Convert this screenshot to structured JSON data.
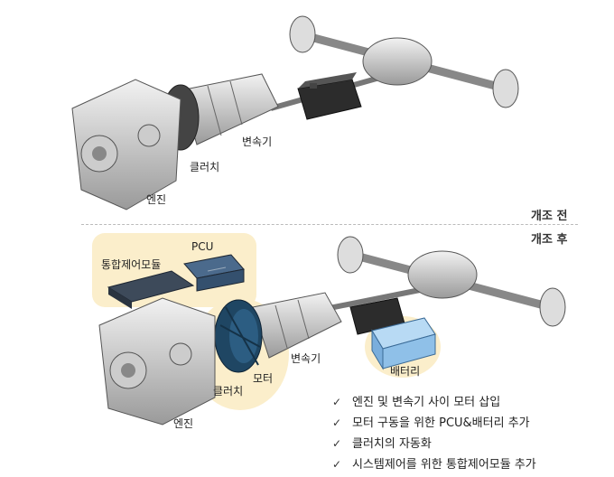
{
  "sections": {
    "before": "개조 전",
    "after": "개조 후"
  },
  "top_labels": {
    "transmission": "변속기",
    "clutch": "클러치",
    "engine": "엔진"
  },
  "bottom_labels": {
    "control_module": "통합제어모듈",
    "pcu": "PCU",
    "transmission": "변속기",
    "clutch": "클러치",
    "motor": "모터",
    "battery": "배터리",
    "engine": "엔진"
  },
  "changes": [
    "엔진 및 변속기 사이 모터 삽입",
    "모터 구동을 위한 PCU&배터리 추가",
    "클러치의 자동화",
    "시스템제어를 위한 통합제어모듈 추가"
  ],
  "check_symbol": "✓",
  "colors": {
    "highlight": "#fbeecb",
    "motor": "#1f4663",
    "battery_new": "#9fcbec",
    "module": "#3d4a5a",
    "metal": "#d9d9d9",
    "outline": "#555555"
  }
}
